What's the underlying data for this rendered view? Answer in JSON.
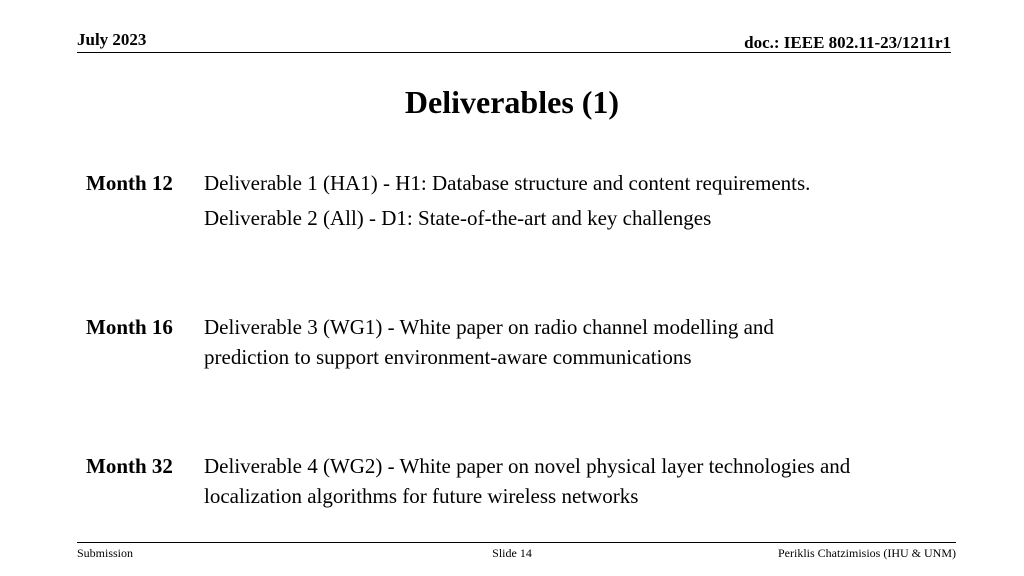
{
  "header": {
    "date": "July 2023",
    "doc_id": "doc.: IEEE 802.11-23/1211r1"
  },
  "title": "Deliverables (1)",
  "entries": [
    {
      "month": "Month 12",
      "lines": [
        "Deliverable 1 (HA1) - H1: Database structure and content requirements.",
        "Deliverable 2 (All) - D1: State-of-the-art and key challenges"
      ]
    },
    {
      "month": "Month 16",
      "lines": [
        "Deliverable 3 (WG1) - White paper on radio channel modelling and",
        "prediction to support environment-aware communications"
      ]
    },
    {
      "month": "Month 32",
      "lines": [
        "Deliverable 4 (WG2) - White paper on novel physical layer technologies and",
        "localization algorithms for future wireless networks"
      ]
    }
  ],
  "footer": {
    "left": "Submission",
    "center": "Slide 14",
    "right": "Periklis Chatzimisios (IHU & UNM)"
  }
}
